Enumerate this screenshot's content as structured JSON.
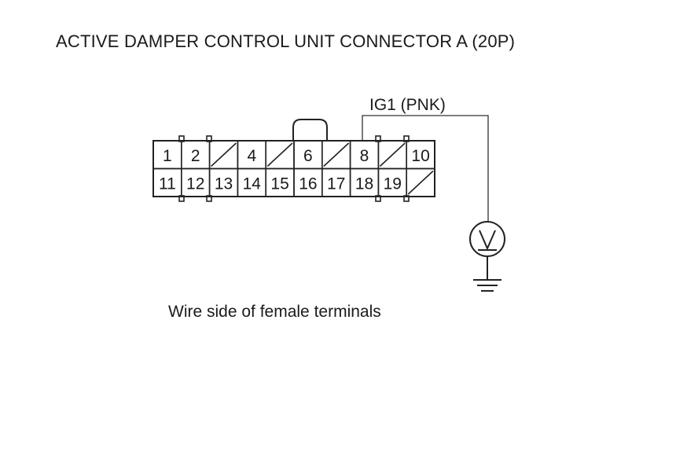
{
  "title": "ACTIVE DAMPER CONTROL UNIT CONNECTOR A (20P)",
  "caption": "Wire side of female terminals",
  "wire_label": "IG1 (PNK)",
  "meter_symbol": "V",
  "ground_symbol": "ground-icon",
  "connector": {
    "pins": 20,
    "top_row": [
      "1",
      "2",
      "",
      "4",
      "",
      "6",
      "",
      "8",
      "",
      "10"
    ],
    "bottom_row": [
      "11",
      "12",
      "13",
      "14",
      "15",
      "16",
      "17",
      "18",
      "19",
      ""
    ],
    "probed_terminal": "8"
  }
}
